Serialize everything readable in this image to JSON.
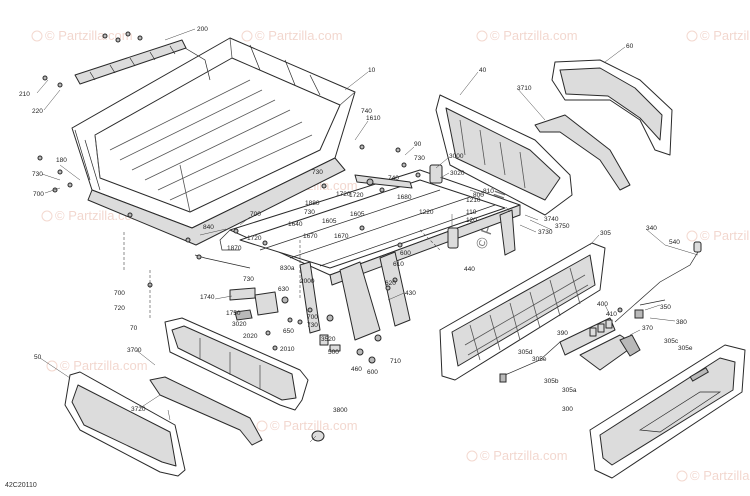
{
  "watermark": "© Partzilla.com",
  "diagram_code": "42C20110",
  "labels": [
    "200",
    "210",
    "220",
    "10",
    "1610",
    "40",
    "60",
    "3710",
    "180",
    "730",
    "700",
    "90",
    "730",
    "3000",
    "3020",
    "740",
    "1720",
    "1680",
    "800",
    "810",
    "3740",
    "3750",
    "3730",
    "1210",
    "110",
    "120",
    "1220",
    "1605",
    "1640",
    "1670",
    "840",
    "700",
    "1720",
    "1870",
    "1720",
    "1605",
    "1670",
    "1880",
    "730",
    "600",
    "610",
    "620",
    "440",
    "305",
    "540",
    "340",
    "350",
    "380",
    "370",
    "830a",
    "630",
    "2000",
    "430",
    "1740",
    "730",
    "1750",
    "3020",
    "650",
    "700",
    "730",
    "2020",
    "2010",
    "3520",
    "500",
    "460",
    "600",
    "710",
    "390",
    "305d",
    "305e",
    "305b",
    "305a",
    "400",
    "410",
    "305c",
    "305e",
    "70",
    "50",
    "3700",
    "3720",
    "3800",
    "300",
    "740",
    "730",
    "700",
    "720"
  ]
}
